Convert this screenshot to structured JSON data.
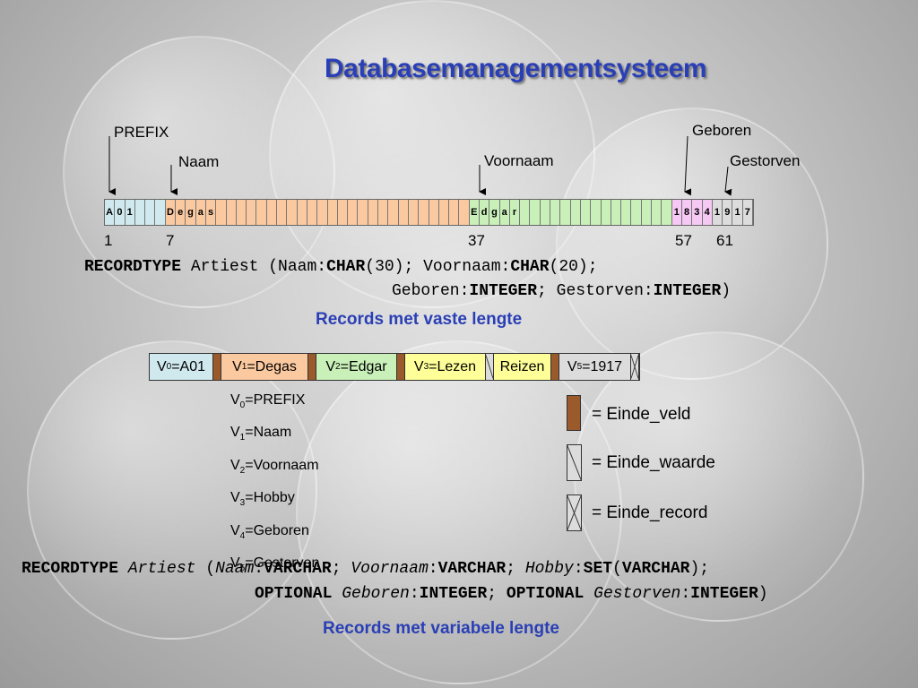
{
  "title": "Databasemanagementsysteem",
  "fixed": {
    "callouts": {
      "prefix": "PREFIX",
      "naam": "Naam",
      "voornaam": "Voornaam",
      "geboren": "Geboren",
      "gestorven": "Gestorven"
    },
    "cells_prefix": [
      "A",
      "0",
      "1",
      "",
      "",
      ""
    ],
    "cells_naam": [
      "D",
      "e",
      "g",
      "a",
      "s",
      "",
      "",
      "",
      "",
      "",
      "",
      "",
      "",
      "",
      "",
      "",
      "",
      "",
      "",
      "",
      "",
      "",
      "",
      "",
      "",
      "",
      "",
      "",
      "",
      ""
    ],
    "cells_voornaam": [
      "E",
      "d",
      "g",
      "a",
      "r",
      "",
      "",
      "",
      "",
      "",
      "",
      "",
      "",
      "",
      "",
      "",
      "",
      "",
      "",
      ""
    ],
    "cells_geboren": [
      "1",
      "8",
      "3",
      "4"
    ],
    "cells_gestorven": [
      "1",
      "9",
      "1",
      "7"
    ],
    "positions": [
      "1",
      "7",
      "37",
      "57",
      "61"
    ],
    "recordtype_line1": {
      "kw": "RECORDTYPE",
      "t1": " Artiest (Naam:",
      "b1": "CHAR",
      "t2": "(30); Voornaam:",
      "b2": "CHAR",
      "t3": "(20);"
    },
    "recordtype_line2": {
      "t1": "Geboren:",
      "b1": "INTEGER",
      "t2": "; Gestorven:",
      "b2": "INTEGER",
      "t3": ")"
    },
    "caption": "Records met vaste lengte"
  },
  "variable": {
    "cells": [
      {
        "v": "V",
        "sub": "0",
        "text": "=A01"
      },
      {
        "v": "V",
        "sub": "1",
        "text": "=Degas"
      },
      {
        "v": "V",
        "sub": "2",
        "text": "=Edgar"
      },
      {
        "v": "V",
        "sub": "3",
        "text": "=Lezen"
      },
      {
        "v": "",
        "sub": "",
        "text": "Reizen"
      },
      {
        "v": "V",
        "sub": "5",
        "text": "=1917"
      }
    ],
    "legend_list": [
      {
        "v": "V",
        "sub": "0",
        "text": "=PREFIX"
      },
      {
        "v": "V",
        "sub": "1",
        "text": "=Naam"
      },
      {
        "v": "V",
        "sub": "2",
        "text": "=Voornaam"
      },
      {
        "v": "V",
        "sub": "3",
        "text": "=Hobby"
      },
      {
        "v": "V",
        "sub": "4",
        "text": "=Geboren"
      },
      {
        "v": "V",
        "sub": "5",
        "text": "=Gestorven"
      }
    ],
    "markers": {
      "einde_veld": "= Einde_veld",
      "einde_waarde": "= Einde_waarde",
      "einde_record": "= Einde_record"
    },
    "recordtype_line1": {
      "kw": "RECORDTYPE",
      "i1": "Artiest",
      "t1": " (",
      "i2": "Naam",
      "t2": ":",
      "b1": "VARCHAR",
      "t3": "; ",
      "i3": "Voornaam",
      "t4": ":",
      "b2": "VARCHAR",
      "t5": "; ",
      "i4": "Hobby",
      "t6": ":",
      "b3": "SET",
      "t7": "(",
      "b4": "VARCHAR",
      "t8": ");"
    },
    "recordtype_line2": {
      "b1": "OPTIONAL",
      "i1": "Geboren",
      "t1": ":",
      "b2": "INTEGER",
      "t2": "; ",
      "b3": "OPTIONAL",
      "i2": "Gestorven",
      "t3": ":",
      "b4": "INTEGER",
      "t4": ")"
    },
    "caption": "Records met variabele lengte"
  },
  "colors": {
    "title": "#2a3fb5",
    "prefix": "#cfe9ee",
    "naam": "#fbc9a0",
    "voornaam": "#c8f0b8",
    "geboren": "#f6c8f4",
    "gestorven": "#dcdcdc",
    "einde_veld": "#9a5a2c",
    "v0": "#cfe9ee",
    "v1": "#fbc9a0",
    "v2": "#c8f0b8",
    "v3": "#ffff99",
    "v5": "#dcdcdc"
  }
}
